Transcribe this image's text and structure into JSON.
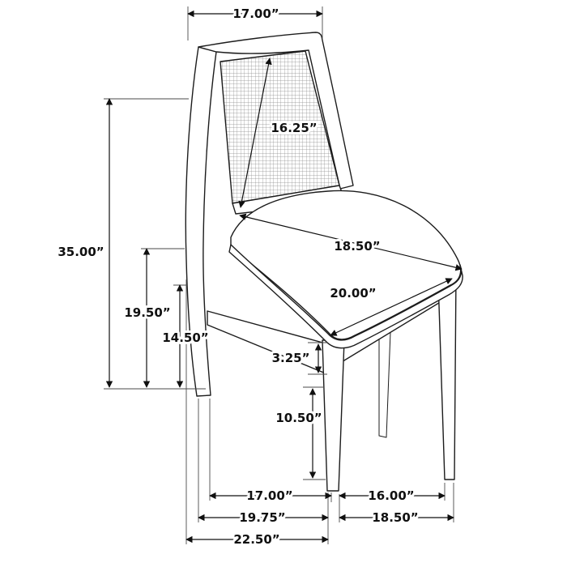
{
  "dims": {
    "back_top_width": "17.00”",
    "backrest_diagonal": "16.25”",
    "overall_height": "35.00”",
    "back_post_height": "19.50”",
    "seat_back_inner_height": "14.50”",
    "seat_diagonal_depth": "18.50”",
    "seat_width": "20.00”",
    "seat_rail_thickness": "3.25”",
    "leg_height": "10.50”",
    "front_leg_span": "17.00”",
    "side_leg_span": "16.00”",
    "base_depth": "19.75”",
    "base_side_depth": "18.50”",
    "overall_depth": "22.50”"
  }
}
